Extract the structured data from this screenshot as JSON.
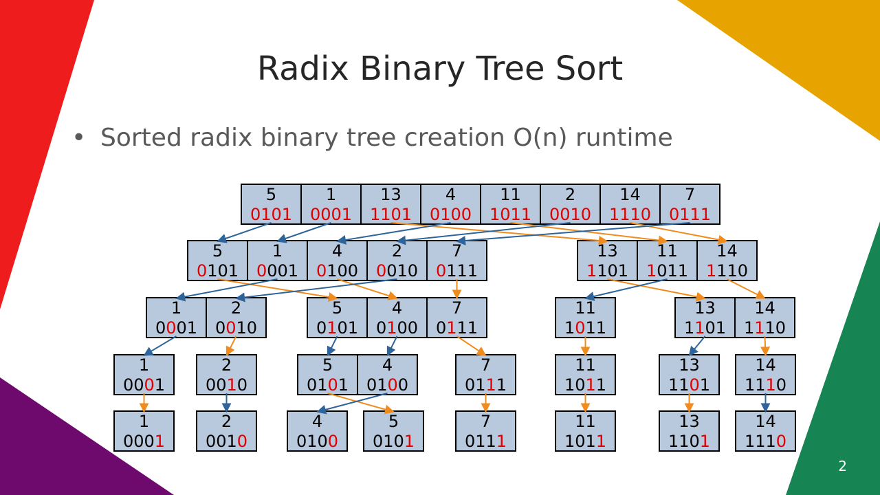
{
  "slide": {
    "title": "Radix Binary Tree Sort",
    "bullet": "Sorted radix binary tree creation O(n) runtime",
    "slide_number": "2"
  },
  "colors": {
    "box_fill": "#b8c8dd",
    "bit_highlight": "#e00000",
    "arrow_zero": "#2e6499",
    "arrow_one": "#f08c1e",
    "deco_red": "#ee1c1c",
    "deco_orange": "#e7a400",
    "deco_green": "#168553",
    "deco_purple": "#6e0a6e"
  },
  "tree": {
    "levels": [
      {
        "groups": [
          {
            "items": [
              {
                "num": "5",
                "bin": "0101"
              },
              {
                "num": "1",
                "bin": "0001"
              },
              {
                "num": "13",
                "bin": "1101"
              },
              {
                "num": "4",
                "bin": "0100"
              },
              {
                "num": "11",
                "bin": "1011"
              },
              {
                "num": "2",
                "bin": "0010"
              },
              {
                "num": "14",
                "bin": "1110"
              },
              {
                "num": "7",
                "bin": "0111"
              }
            ],
            "highlight": "all"
          }
        ]
      },
      {
        "groups": [
          {
            "items": [
              {
                "num": "5",
                "bin": "0101"
              },
              {
                "num": "1",
                "bin": "0001"
              },
              {
                "num": "4",
                "bin": "0100"
              },
              {
                "num": "2",
                "bin": "0010"
              },
              {
                "num": "7",
                "bin": "0111"
              }
            ],
            "highlight": 0
          },
          {
            "items": [
              {
                "num": "13",
                "bin": "1101"
              },
              {
                "num": "11",
                "bin": "1011"
              },
              {
                "num": "14",
                "bin": "1110"
              }
            ],
            "highlight": 0
          }
        ]
      },
      {
        "groups": [
          {
            "items": [
              {
                "num": "1",
                "bin": "0001"
              },
              {
                "num": "2",
                "bin": "0010"
              }
            ],
            "highlight": 1
          },
          {
            "items": [
              {
                "num": "5",
                "bin": "0101"
              },
              {
                "num": "4",
                "bin": "0100"
              },
              {
                "num": "7",
                "bin": "0111"
              }
            ],
            "highlight": 1
          },
          {
            "items": [
              {
                "num": "11",
                "bin": "1011"
              }
            ],
            "highlight": 1
          },
          {
            "items": [
              {
                "num": "13",
                "bin": "1101"
              },
              {
                "num": "14",
                "bin": "1110"
              }
            ],
            "highlight": 1
          }
        ]
      },
      {
        "groups": [
          {
            "items": [
              {
                "num": "1",
                "bin": "0001"
              }
            ],
            "highlight": 2
          },
          {
            "items": [
              {
                "num": "2",
                "bin": "0010"
              }
            ],
            "highlight": 2
          },
          {
            "items": [
              {
                "num": "5",
                "bin": "0101"
              },
              {
                "num": "4",
                "bin": "0100"
              }
            ],
            "highlight": 2
          },
          {
            "items": [
              {
                "num": "7",
                "bin": "0111"
              }
            ],
            "highlight": 2
          },
          {
            "items": [
              {
                "num": "11",
                "bin": "1011"
              }
            ],
            "highlight": 2
          },
          {
            "items": [
              {
                "num": "13",
                "bin": "1101"
              }
            ],
            "highlight": 2
          },
          {
            "items": [
              {
                "num": "14",
                "bin": "1110"
              }
            ],
            "highlight": 2
          }
        ]
      },
      {
        "groups": [
          {
            "items": [
              {
                "num": "1",
                "bin": "0001"
              }
            ],
            "highlight": 3
          },
          {
            "items": [
              {
                "num": "2",
                "bin": "0010"
              }
            ],
            "highlight": 3
          },
          {
            "items": [
              {
                "num": "4",
                "bin": "0100"
              }
            ],
            "highlight": 3
          },
          {
            "items": [
              {
                "num": "5",
                "bin": "0101"
              }
            ],
            "highlight": 3
          },
          {
            "items": [
              {
                "num": "7",
                "bin": "0111"
              }
            ],
            "highlight": 3
          },
          {
            "items": [
              {
                "num": "11",
                "bin": "1011"
              }
            ],
            "highlight": 3
          },
          {
            "items": [
              {
                "num": "13",
                "bin": "1101"
              }
            ],
            "highlight": 3
          },
          {
            "items": [
              {
                "num": "14",
                "bin": "1110"
              }
            ],
            "highlight": 3
          }
        ]
      }
    ],
    "edges": [
      {
        "from": [
          0,
          0,
          0
        ],
        "to": [
          1,
          0,
          0
        ],
        "bit": 0
      },
      {
        "from": [
          0,
          0,
          1
        ],
        "to": [
          1,
          0,
          1
        ],
        "bit": 0
      },
      {
        "from": [
          0,
          0,
          2
        ],
        "to": [
          1,
          1,
          0
        ],
        "bit": 1
      },
      {
        "from": [
          0,
          0,
          3
        ],
        "to": [
          1,
          0,
          2
        ],
        "bit": 0
      },
      {
        "from": [
          0,
          0,
          4
        ],
        "to": [
          1,
          1,
          1
        ],
        "bit": 1
      },
      {
        "from": [
          0,
          0,
          5
        ],
        "to": [
          1,
          0,
          3
        ],
        "bit": 0
      },
      {
        "from": [
          0,
          0,
          6
        ],
        "to": [
          1,
          1,
          2
        ],
        "bit": 1
      },
      {
        "from": [
          0,
          0,
          7
        ],
        "to": [
          1,
          0,
          4
        ],
        "bit": 0
      },
      {
        "from": [
          1,
          0,
          0
        ],
        "to": [
          2,
          1,
          0
        ],
        "bit": 1
      },
      {
        "from": [
          1,
          0,
          1
        ],
        "to": [
          2,
          0,
          0
        ],
        "bit": 0
      },
      {
        "from": [
          1,
          0,
          2
        ],
        "to": [
          2,
          1,
          1
        ],
        "bit": 1
      },
      {
        "from": [
          1,
          0,
          3
        ],
        "to": [
          2,
          0,
          1
        ],
        "bit": 0
      },
      {
        "from": [
          1,
          0,
          4
        ],
        "to": [
          2,
          1,
          2
        ],
        "bit": 1
      },
      {
        "from": [
          1,
          1,
          0
        ],
        "to": [
          2,
          3,
          0
        ],
        "bit": 1
      },
      {
        "from": [
          1,
          1,
          1
        ],
        "to": [
          2,
          2,
          0
        ],
        "bit": 0
      },
      {
        "from": [
          1,
          1,
          2
        ],
        "to": [
          2,
          3,
          1
        ],
        "bit": 1
      },
      {
        "from": [
          2,
          0,
          0
        ],
        "to": [
          3,
          0,
          0
        ],
        "bit": 0
      },
      {
        "from": [
          2,
          0,
          1
        ],
        "to": [
          3,
          1,
          0
        ],
        "bit": 1
      },
      {
        "from": [
          2,
          1,
          0
        ],
        "to": [
          3,
          2,
          0
        ],
        "bit": 0
      },
      {
        "from": [
          2,
          1,
          1
        ],
        "to": [
          3,
          2,
          1
        ],
        "bit": 0
      },
      {
        "from": [
          2,
          1,
          2
        ],
        "to": [
          3,
          3,
          0
        ],
        "bit": 1
      },
      {
        "from": [
          2,
          2,
          0
        ],
        "to": [
          3,
          4,
          0
        ],
        "bit": 1
      },
      {
        "from": [
          2,
          3,
          0
        ],
        "to": [
          3,
          5,
          0
        ],
        "bit": 0
      },
      {
        "from": [
          2,
          3,
          1
        ],
        "to": [
          3,
          6,
          0
        ],
        "bit": 1
      },
      {
        "from": [
          3,
          0,
          0
        ],
        "to": [
          4,
          0,
          0
        ],
        "bit": 1
      },
      {
        "from": [
          3,
          1,
          0
        ],
        "to": [
          4,
          1,
          0
        ],
        "bit": 0
      },
      {
        "from": [
          3,
          2,
          0
        ],
        "to": [
          4,
          3,
          0
        ],
        "bit": 1
      },
      {
        "from": [
          3,
          2,
          1
        ],
        "to": [
          4,
          2,
          0
        ],
        "bit": 0
      },
      {
        "from": [
          3,
          3,
          0
        ],
        "to": [
          4,
          4,
          0
        ],
        "bit": 1
      },
      {
        "from": [
          3,
          4,
          0
        ],
        "to": [
          4,
          5,
          0
        ],
        "bit": 1
      },
      {
        "from": [
          3,
          5,
          0
        ],
        "to": [
          4,
          6,
          0
        ],
        "bit": 1
      },
      {
        "from": [
          3,
          6,
          0
        ],
        "to": [
          4,
          7,
          0
        ],
        "bit": 0
      }
    ]
  }
}
